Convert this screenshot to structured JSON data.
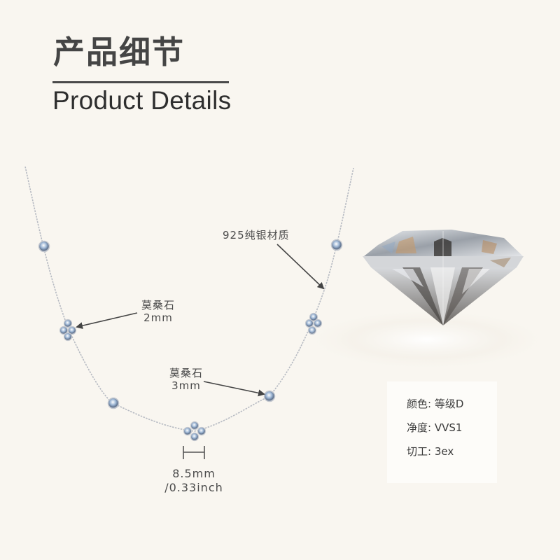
{
  "header": {
    "title_cn": "产品细节",
    "title_en": "Product Details"
  },
  "annotations": {
    "silver": "925纯银材质",
    "stone_small_name": "莫桑石",
    "stone_small_size": "2mm",
    "stone_large_name": "莫桑石",
    "stone_large_size": "3mm",
    "width_mm": "8.5mm",
    "width_inch": "/0.33inch"
  },
  "specs": [
    {
      "key": "颜色:",
      "value": "等级D"
    },
    {
      "key": "净度:",
      "value": "VVS1"
    },
    {
      "key": "切工:",
      "value": "3ex"
    }
  ],
  "colors": {
    "background": "#f9f6f0",
    "text": "#454545",
    "chain": "#b8bcc4",
    "card": "#fdfcf9"
  },
  "images": {
    "necklace": "necklace-product-photo",
    "gem": "moissanite-diamond-photo"
  }
}
